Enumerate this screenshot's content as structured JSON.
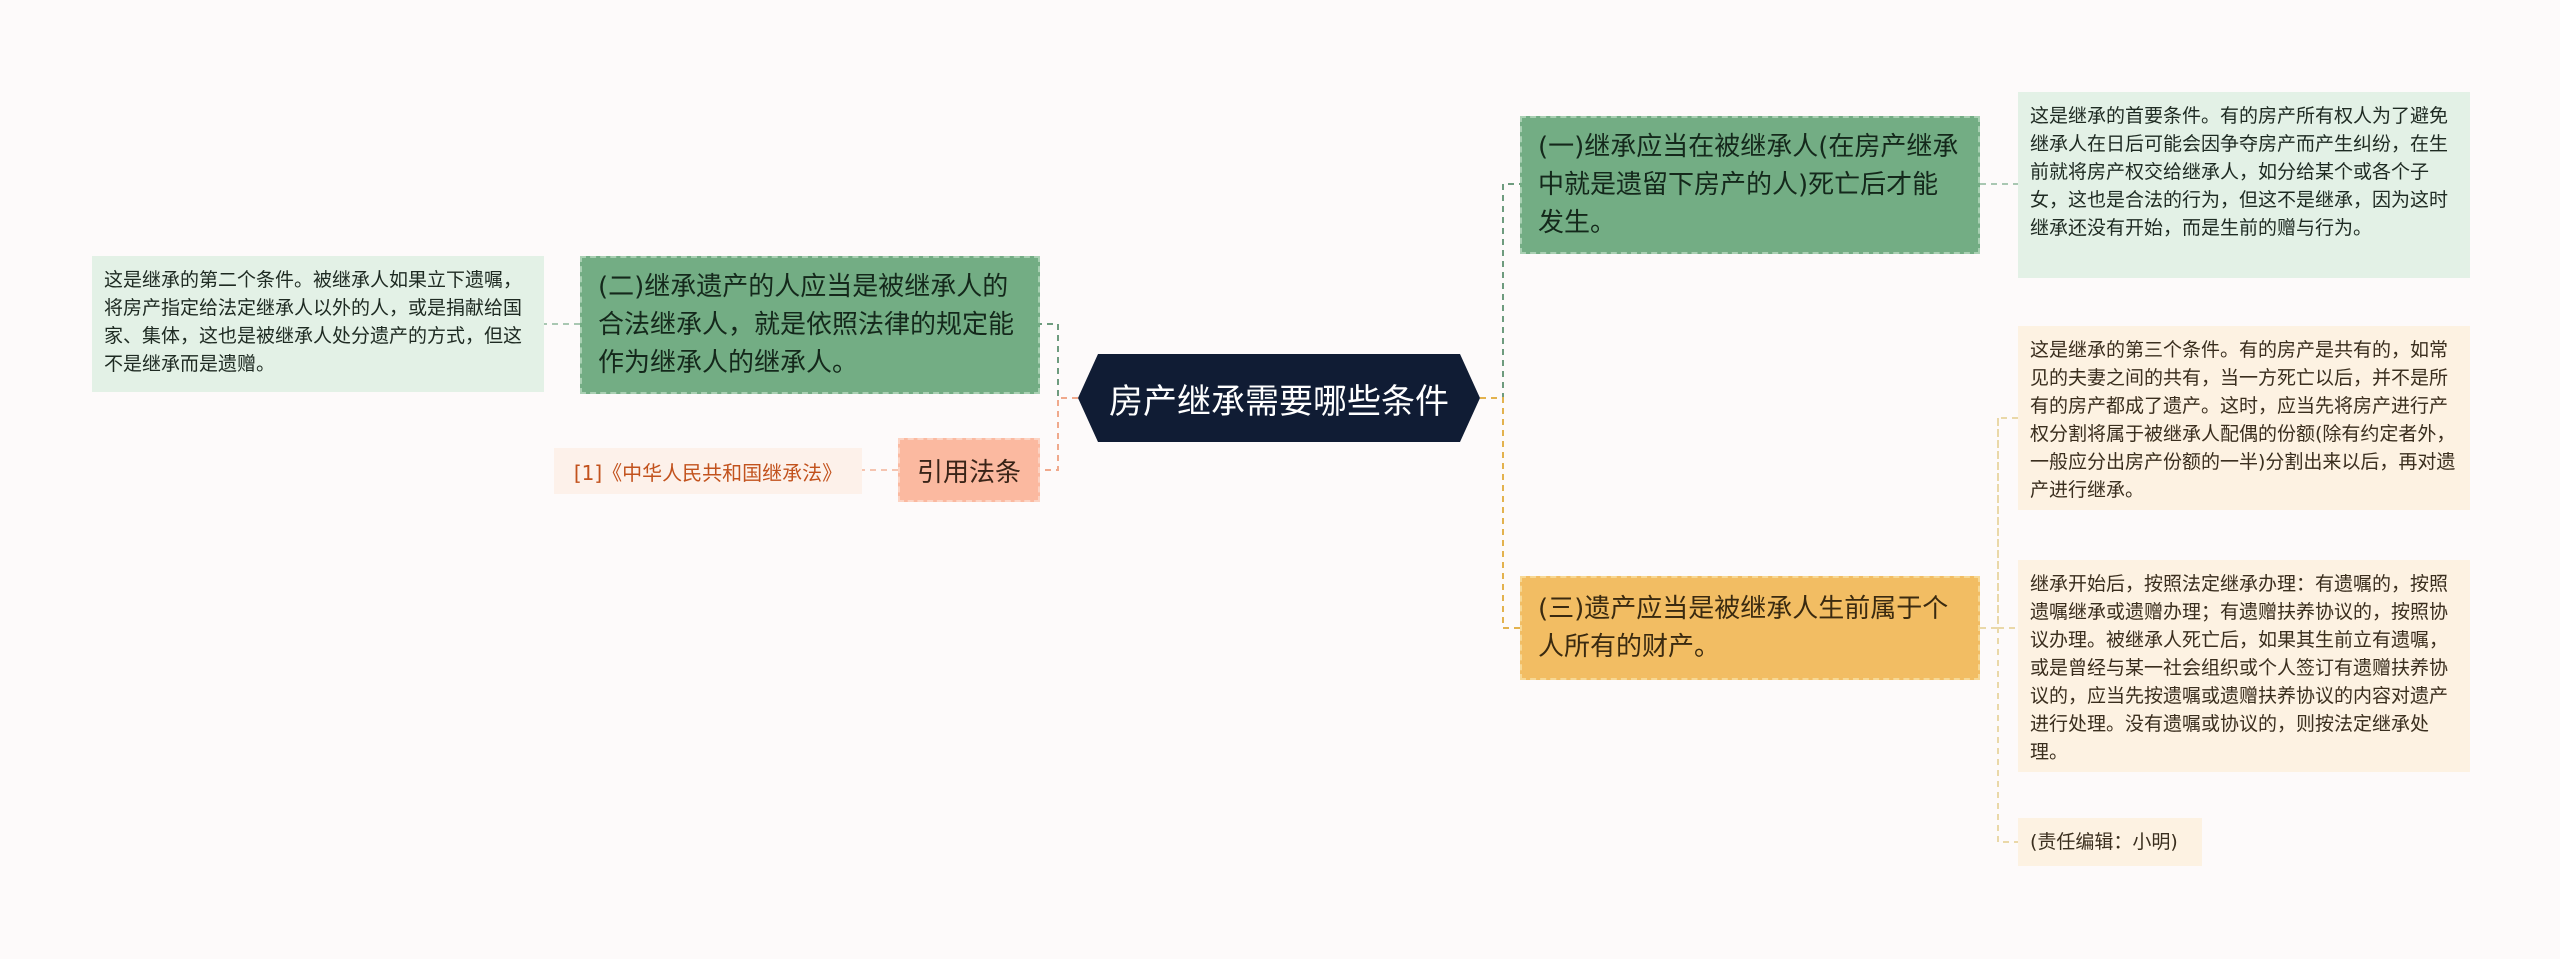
{
  "root": {
    "title": "房产继承需要哪些条件"
  },
  "branches": {
    "b1": {
      "title": "(一)继承应当在被继承人(在房产继承中就是遗留下房产的人)死亡后才能发生。"
    },
    "b1_note": "这是继承的首要条件。有的房产所有权人为了避免继承人在日后可能会因争夺房产而产生纠纷，在生前就将房产权交给继承人，如分给某个或各个子女，这也是合法的行为，但这不是继承，因为这时继承还没有开始，而是生前的赠与行为。",
    "b2": {
      "title": "(二)继承遗产的人应当是被继承人的合法继承人，就是依照法律的规定能作为继承人的继承人。"
    },
    "b2_note": "这是继承的第二个条件。被继承人如果立下遗嘱，将房产指定给法定继承人以外的人，或是捐献给国家、集体，这也是被继承人处分遗产的方式，但这不是继承而是遗赠。",
    "b3": {
      "title": "(三)遗产应当是被继承人生前属于个人所有的财产。"
    },
    "b3_notes": [
      "这是继承的第三个条件。有的房产是共有的，如常见的夫妻之间的共有，当一方死亡以后，并不是所有的房产都成了遗产。这时，应当先将房产进行产权分割将属于被继承人配偶的份额(除有约定者外，一般应分出房产份额的一半)分割出来以后，再对遗产进行继承。",
      "继承开始后，按照法定继承办理：有遗嘱的，按照遗嘱继承或遗赠办理；有遗赠扶养协议的，按照协议办理。被继承人死亡后，如果其生前立有遗嘱，或是曾经与某一社会组织或个人签订有遗赠扶养协议的，应当先按遗嘱或遗赠扶养协议的内容对遗产进行处理。没有遗嘱或协议的，则按法定继承处理。",
      "(责任编辑：小明)"
    ],
    "cite": {
      "title": "引用法条"
    },
    "cite_ref": "[1]《中华人民共和国继承法》"
  },
  "colors": {
    "root": "#101c34",
    "green": "#73ad84",
    "orange": "#f2bd63",
    "salmon": "#fbb9a0",
    "note_green": "#e3f1e6",
    "note_cream": "#fdf2e2"
  }
}
